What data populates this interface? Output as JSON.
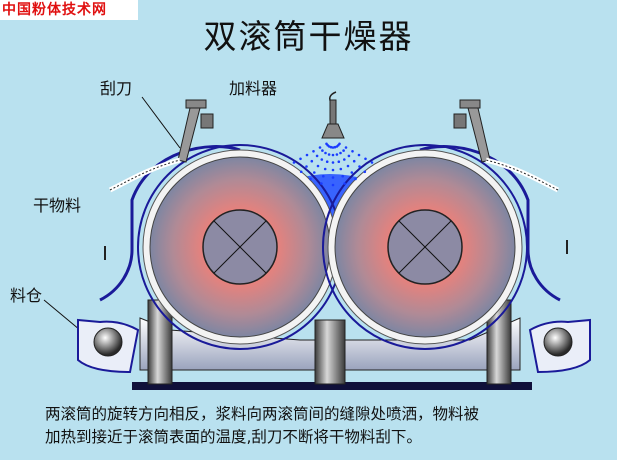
{
  "watermark": "中国粉体技术网",
  "title": "双滚筒干燥器",
  "labels": {
    "scraper": "刮刀",
    "feeder": "加料器",
    "dry_material": "干物料",
    "hopper": "料仓"
  },
  "caption": [
    "两滚筒的旋转方向相反，浆料向两滚筒间的缝隙处喷洒，物料被",
    "加热到接近于滚筒表面的温度,刮刀不断将干物料刮下。"
  ],
  "colors": {
    "background": "#b9e1ef",
    "drum_core": "#ff6a6a",
    "drum_edge": "#8a8fa8",
    "spray": "#1a3cff",
    "slurry": "#2050ff",
    "frame": "#ffffff",
    "base": "#10103a"
  },
  "icons": [
    "spray-nozzle-icon",
    "scraper-blade-icon",
    "hopper-screw-icon"
  ]
}
